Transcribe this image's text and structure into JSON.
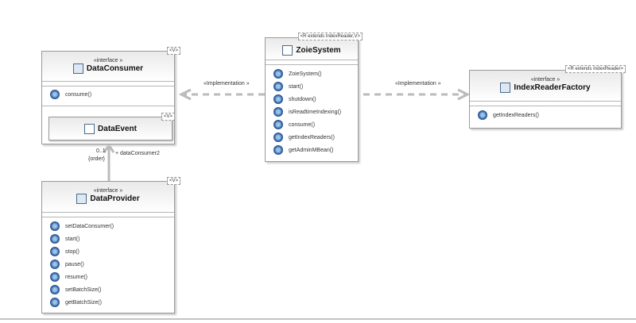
{
  "data_consumer": {
    "template": "<V>",
    "stereotype": "«interface »",
    "name": "DataConsumer",
    "methods": [
      "consume()"
    ],
    "inner": {
      "template": "<V>",
      "name": "DataEvent"
    }
  },
  "association": {
    "multiplicity": "0..1",
    "constraint": "{order}",
    "role": "+ dataConsumer2"
  },
  "data_provider": {
    "template": "<V>",
    "stereotype": "«interface »",
    "name": "DataProvider",
    "methods": [
      "setDataConsumer()",
      "start()",
      "stop()",
      "pause()",
      "resume()",
      "setBatchSize()",
      "getBatchSize()"
    ]
  },
  "zoie_system": {
    "template": "<R extends IndexReader,V>",
    "name": "ZoieSystem",
    "methods": [
      "ZoieSystem()",
      "start()",
      "shutdown()",
      "isReadtimeIndexing()",
      "consume()",
      "getIndexReaders()",
      "getAdminMBean()"
    ]
  },
  "index_reader_factory": {
    "template": "<R extends IndexReader>",
    "stereotype": "«interface »",
    "name": "IndexReaderFactory",
    "methods": [
      "getIndexReaders()"
    ]
  },
  "links": {
    "left": "«Implementation »",
    "right": "«Implementation »"
  }
}
